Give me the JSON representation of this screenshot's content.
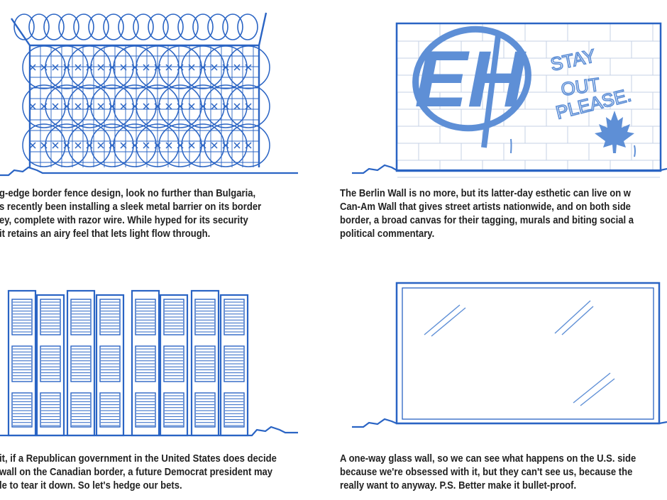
{
  "panels": [
    {
      "id": "razor-wire-fence",
      "caption_lines": [
        "g-edge border fence design, look no further than Bulgaria,",
        "s recently been installing a sleek metal barrier on its border",
        "ey, complete with razor wire. While hyped for its security",
        "it retains an airy feel that lets light flow through."
      ]
    },
    {
      "id": "graffiti-wall",
      "caption_lines": [
        "The Berlin Wall is no more, but its latter-day esthetic can live on w",
        "Can-Am Wall that gives street artists nationwide, and on both side",
        "border, a broad canvas for their tagging, murals and biting social a",
        "political commentary."
      ],
      "graffiti": {
        "tag": "EH",
        "slogan_lines": [
          "STAY",
          "OUT",
          "PLEASE."
        ]
      }
    },
    {
      "id": "folding-screen",
      "caption_lines": [
        " it, if a Republican government in the United States does decide",
        " wall on the Canadian border, a future Democrat president may",
        "le to tear it down. So let's hedge our bets."
      ]
    },
    {
      "id": "glass-wall",
      "caption_lines": [
        "A one-way glass wall, so we can see what happens on the U.S. side",
        "because we're obsessed with it, but they can't see us, because the",
        "really want to anyway. P.S. Better make it bullet-proof."
      ]
    }
  ],
  "colors": {
    "line": "#2a64c4",
    "graffiti": "#5e8fd6",
    "brick": "#c5d2e6",
    "text": "#222222"
  }
}
